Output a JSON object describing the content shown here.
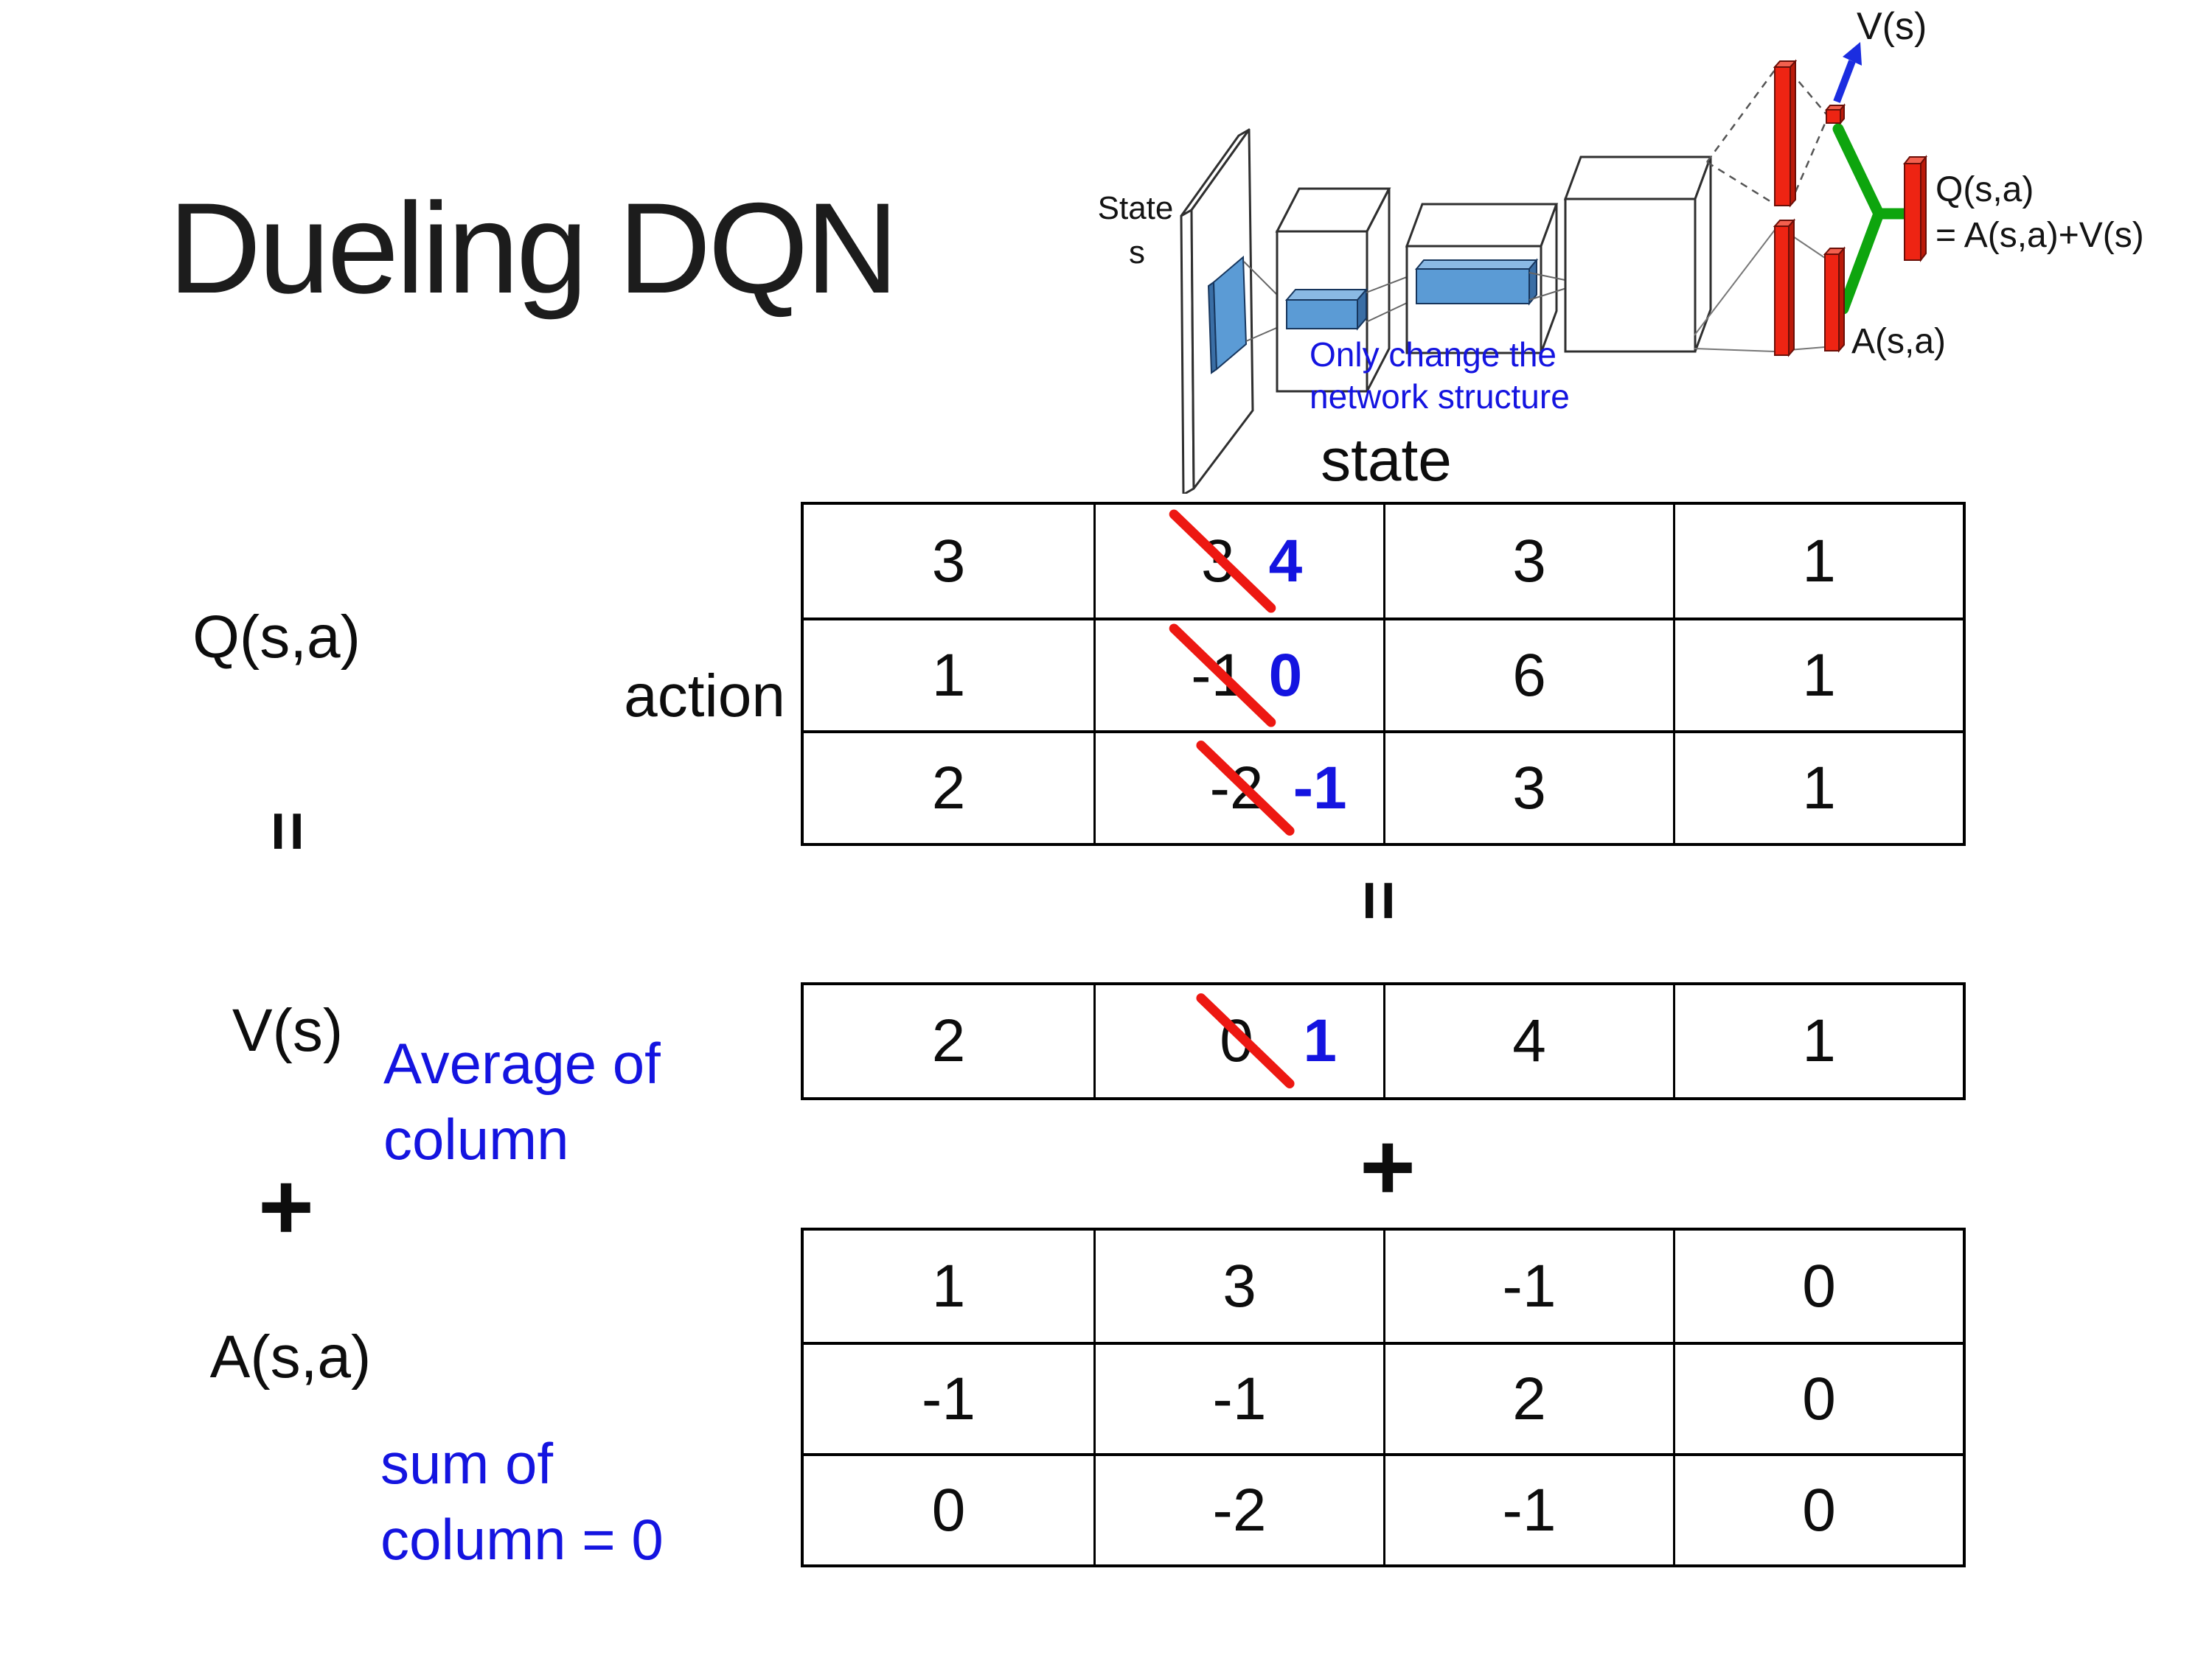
{
  "title": "Dueling DQN",
  "colors": {
    "annotation_blue": "#1414e0",
    "cross_red": "#ed1812",
    "bar_red": "#ee2413",
    "connector_green": "#0ea50e",
    "arrow_blue": "#1b2de0",
    "filter_blue": "#5b9bd5"
  },
  "diagram": {
    "state_label_line1": "State",
    "state_label_line2": "s",
    "value_output_label": "V(s)",
    "q_output_label_line1": "Q(s,a)",
    "q_output_label_line2": "= A(s,a)+V(s)",
    "advantage_output_label": "A(s,a)",
    "note_line1": "Only change the",
    "note_line2": "network structure"
  },
  "equation": {
    "state_axis_label": "state",
    "action_axis_label": "action",
    "q_matrix_label": "Q(s,a)",
    "equals_left": "=",
    "v_matrix_label": "V(s)",
    "plus_left": "+",
    "a_matrix_label": "A(s,a)",
    "equals_center": "=",
    "plus_center": "+",
    "avg_note_line1": "Average of",
    "avg_note_line2": "column",
    "sum_note_line1": "sum of",
    "sum_note_line2": "column = 0"
  },
  "tables": {
    "q": {
      "rows": [
        [
          {
            "v": "3"
          },
          {
            "old": "3",
            "new": "4"
          },
          {
            "v": "3"
          },
          {
            "v": "1"
          }
        ],
        [
          {
            "v": "1"
          },
          {
            "old": "-1",
            "new": "0"
          },
          {
            "v": "6"
          },
          {
            "v": "1"
          }
        ],
        [
          {
            "v": "2"
          },
          {
            "old": "-2",
            "new": "-1"
          },
          {
            "v": "3"
          },
          {
            "v": "1"
          }
        ]
      ]
    },
    "v": {
      "cells": [
        {
          "v": "2"
        },
        {
          "old": "0",
          "new": "1"
        },
        {
          "v": "4"
        },
        {
          "v": "1"
        }
      ]
    },
    "a": {
      "rows": [
        [
          {
            "v": "1"
          },
          {
            "v": "3"
          },
          {
            "v": "-1"
          },
          {
            "v": "0"
          }
        ],
        [
          {
            "v": "-1"
          },
          {
            "v": "-1"
          },
          {
            "v": "2"
          },
          {
            "v": "0"
          }
        ],
        [
          {
            "v": "0"
          },
          {
            "v": "-2"
          },
          {
            "v": "-1"
          },
          {
            "v": "0"
          }
        ]
      ]
    }
  }
}
